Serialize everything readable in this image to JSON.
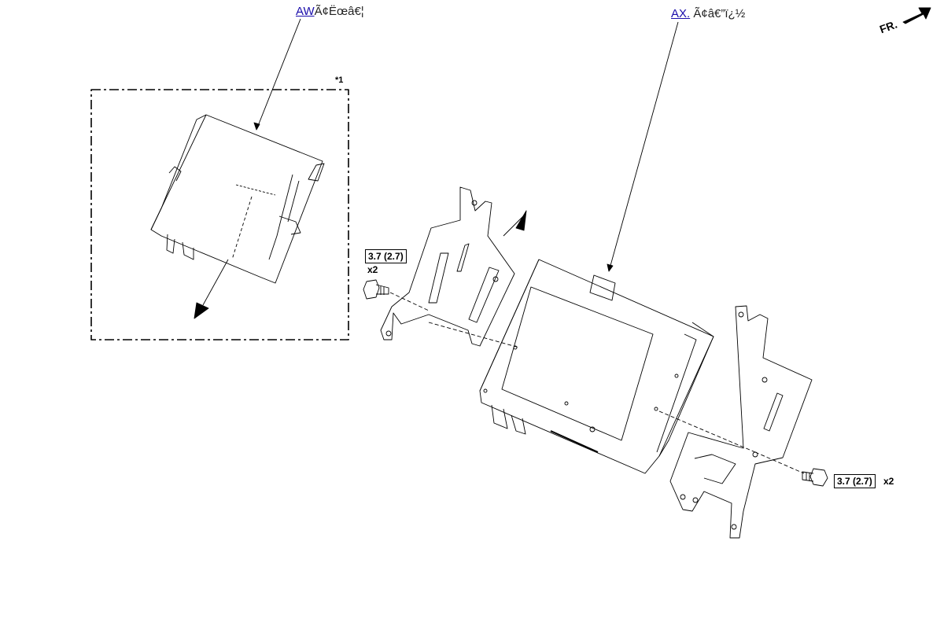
{
  "callouts": {
    "aw": {
      "code": "AW",
      "text": "Ã¢Ëœâ€¦"
    },
    "ax": {
      "code": "AX.",
      "text": "Ã¢â€”ï¿½"
    }
  },
  "note_marker": "*1",
  "front_marker": "FR.",
  "torque_left": {
    "spec": "3.7 (2.7)",
    "qty": "x2"
  },
  "torque_right": {
    "spec": "3.7 (2.7)",
    "qty": "x2"
  },
  "colors": {
    "line": "#000000",
    "link": "#1a0dab",
    "fill": "#ffffff"
  }
}
